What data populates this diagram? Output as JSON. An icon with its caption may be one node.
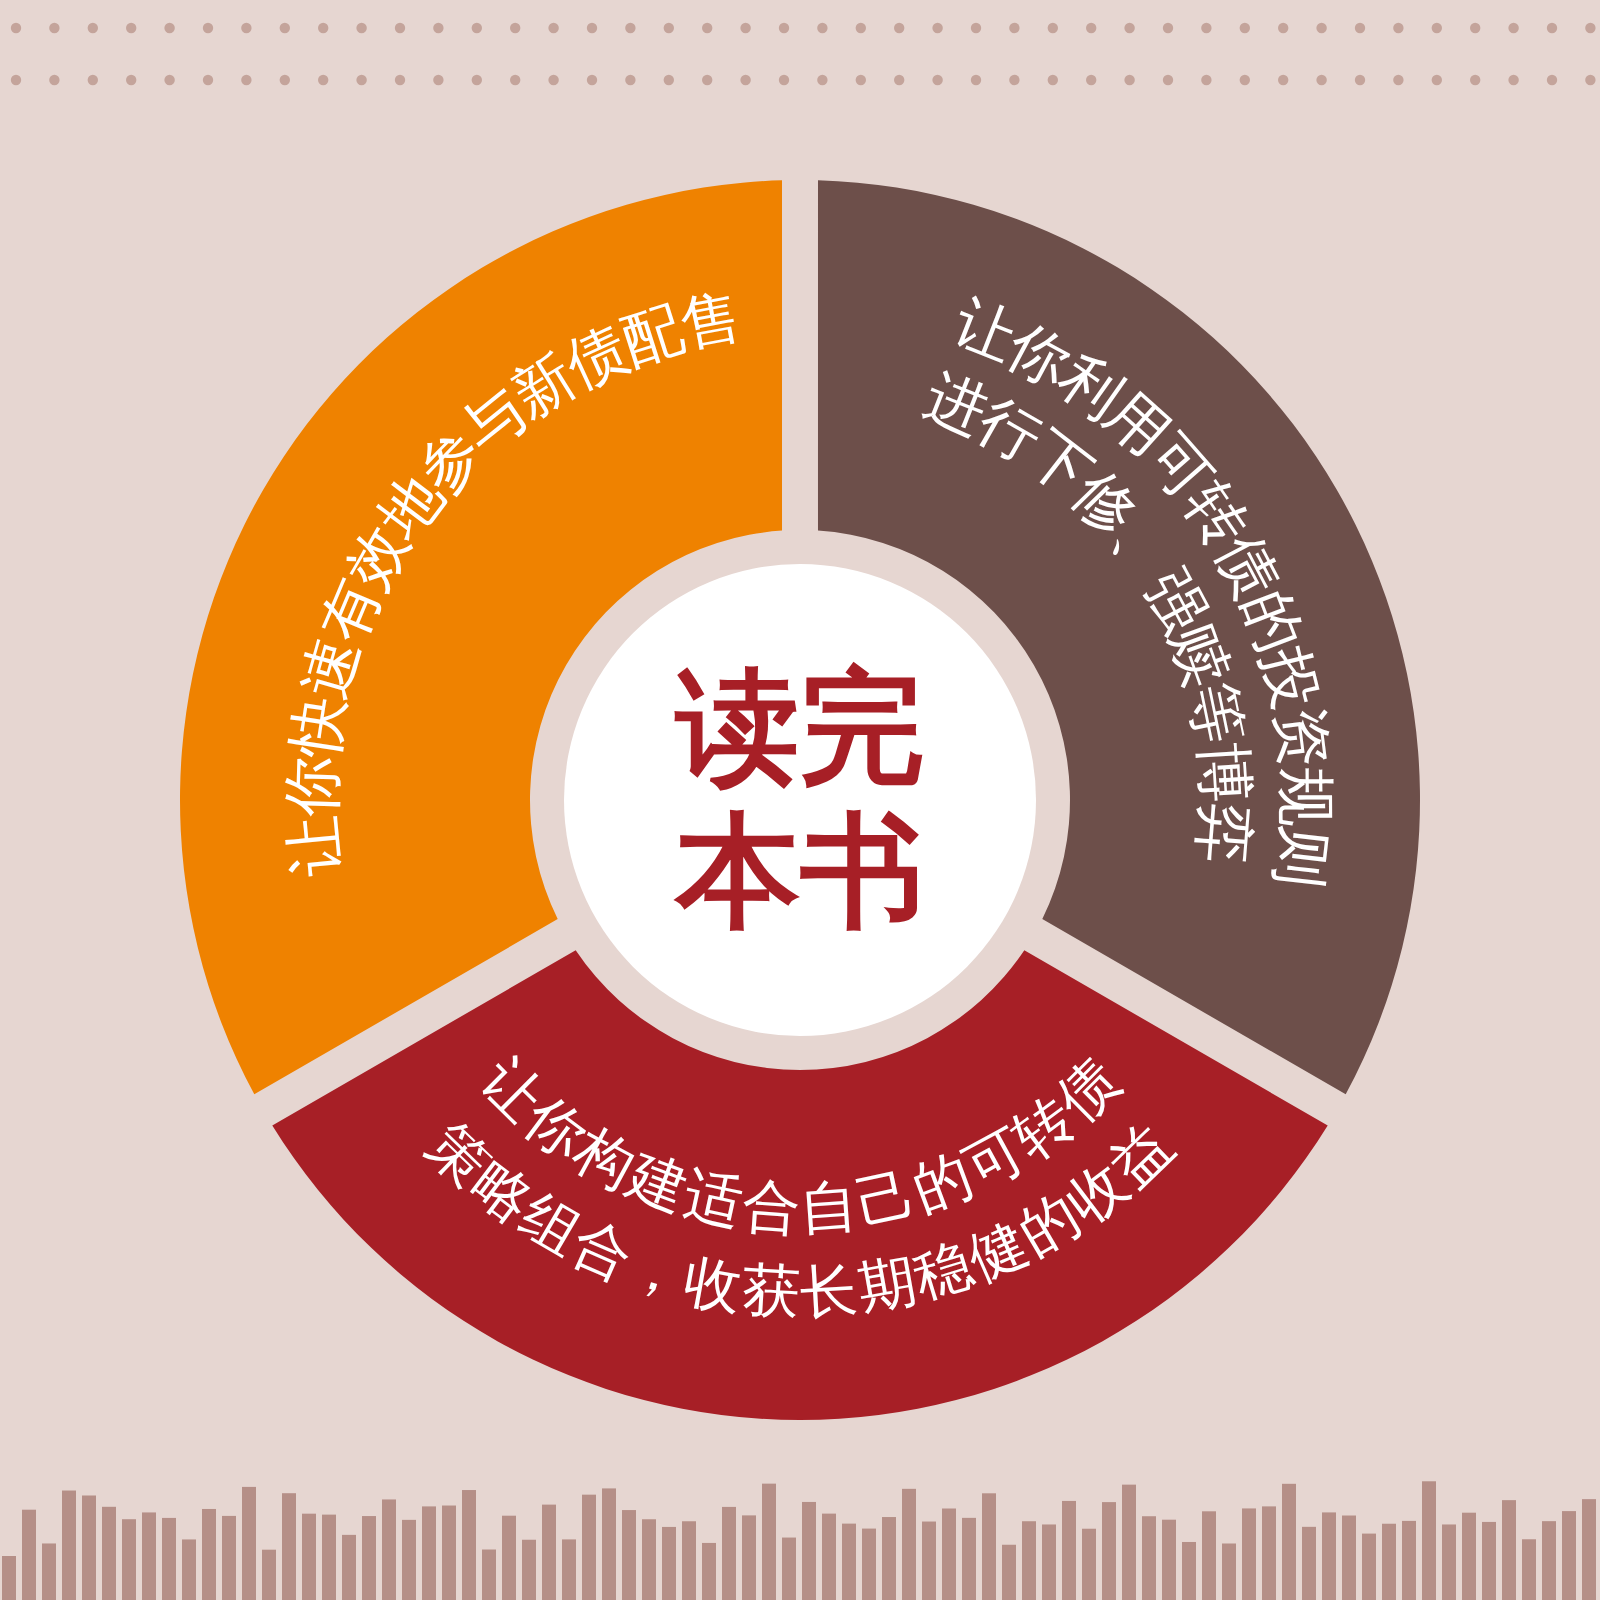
{
  "diagram": {
    "nodes": [
      {
        "text": [
          "让你快速有效地参与新债配售"
        ]
      },
      {
        "text": [
          "让你利用可转债的投资规则进行下修、强赎等博弈"
        ]
      },
      {
        "text": [
          "读完本书"
        ]
      },
      {
        "text": [
          "让你构建适合自己的可转债策略组合，收获长期稳健的收益"
        ]
      }
    ]
  }
}
